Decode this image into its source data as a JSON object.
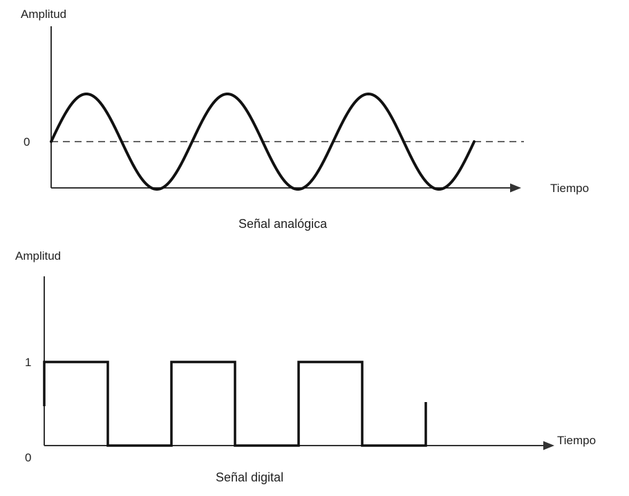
{
  "analog": {
    "y_axis_label": "Amplitud",
    "zero_label": "0",
    "x_axis_label": "Tiempo",
    "caption": "Señal analógica",
    "cycles": 3,
    "zero_line": "dashed"
  },
  "digital": {
    "y_axis_label": "Amplitud",
    "one_label": "1",
    "zero_label": "0",
    "x_axis_label": "Tiempo",
    "caption": "Señal digital",
    "levels": [
      1,
      0,
      1,
      0,
      1,
      0
    ]
  },
  "colors": {
    "signal": "#111111",
    "axis": "#333333",
    "text": "#222222",
    "background": "#ffffff"
  }
}
